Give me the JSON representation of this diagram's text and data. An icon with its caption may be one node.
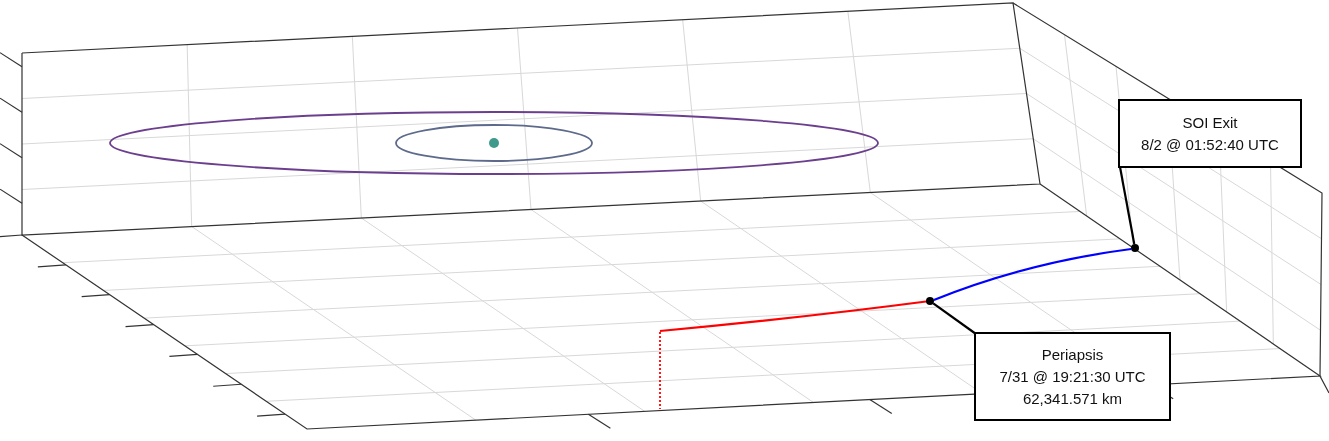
{
  "diagram": {
    "nodes": [
      {
        "text": [
          "SOI Exit",
          "8/2 @ 01:52:40 UTC"
        ]
      },
      {
        "text": [],
        "shape": "circle"
      },
      {
        "text": [],
        "shape": "circle"
      },
      {
        "text": [
          "Periapsis",
          "7/31 @ 19:21:30 UTC",
          "62,341.571 km"
        ]
      }
    ],
    "edges": [
      {
        "from": 0,
        "to": 1,
        "arrow": "none"
      },
      {
        "from": 3,
        "to": 2,
        "arrow": "none"
      },
      {
        "from": 2,
        "to": 1,
        "arrow": "none",
        "color": "#0000ff"
      }
    ]
  }
}
